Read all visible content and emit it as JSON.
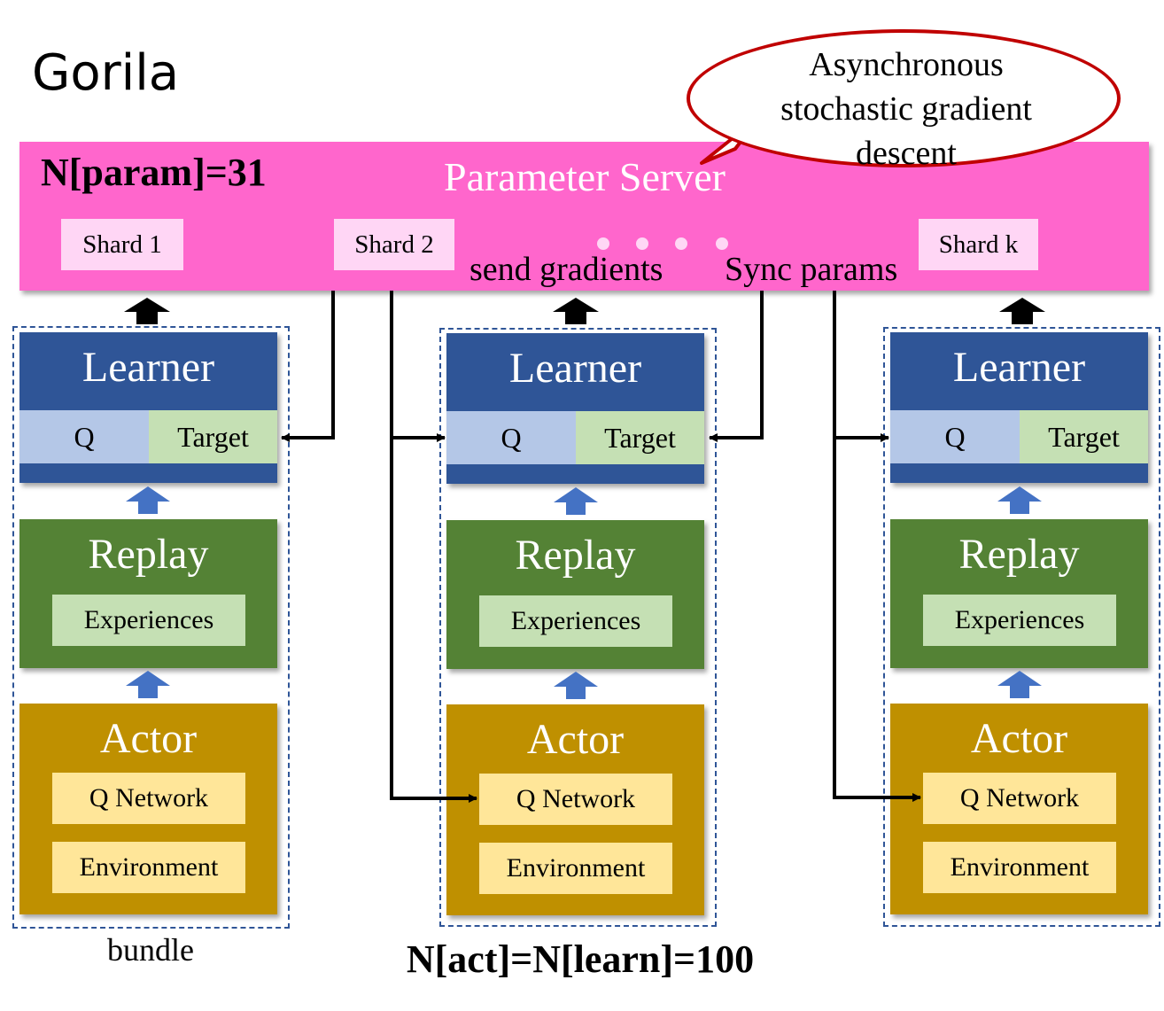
{
  "title": "Gorila",
  "parameter_server": {
    "label": "Parameter Server",
    "n_param": "N[param]=31",
    "shards": [
      "Shard 1",
      "Shard 2",
      "Shard k"
    ]
  },
  "callout": "Asynchronous stochastic gradient descent",
  "edge_labels": {
    "send_gradients": "send gradients",
    "sync_params": "Sync params"
  },
  "bundles": [
    {
      "learner": "Learner",
      "q": "Q",
      "target": "Target",
      "replay": "Replay",
      "experiences": "Experiences",
      "actor": "Actor",
      "q_network": "Q Network",
      "environment": "Environment"
    },
    {
      "learner": "Learner",
      "q": "Q",
      "target": "Target",
      "replay": "Replay",
      "experiences": "Experiences",
      "actor": "Actor",
      "q_network": "Q Network",
      "environment": "Environment"
    },
    {
      "learner": "Learner",
      "q": "Q",
      "target": "Target",
      "replay": "Replay",
      "experiences": "Experiences",
      "actor": "Actor",
      "q_network": "Q Network",
      "environment": "Environment"
    }
  ],
  "bundle_label": "bundle",
  "n_act_learn": "N[act]=N[learn]=100",
  "colors": {
    "parameter_server": "#ff66cc",
    "shard": "#ffd6f5",
    "learner": "#2f5597",
    "q": "#b4c7e7",
    "target": "#c5e0b4",
    "replay": "#548235",
    "actor": "#bf9000",
    "actor_inner": "#ffe699",
    "callout_border": "#c00000"
  }
}
